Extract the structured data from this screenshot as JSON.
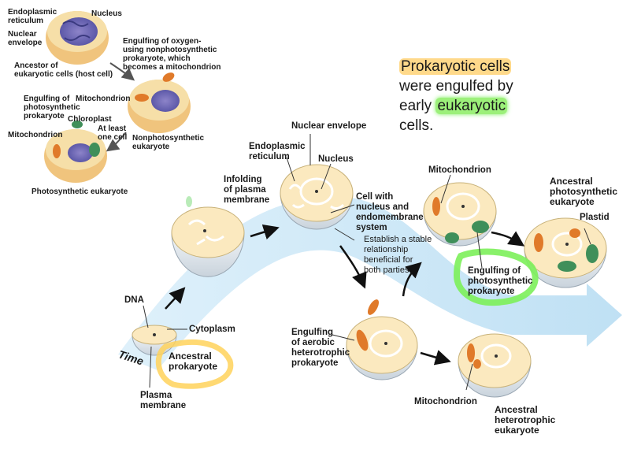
{
  "inset": {
    "er": "Endoplasmic\nreticulum",
    "nucleus": "Nucleus",
    "nuclear_envelope": "Nuclear\nenvelope",
    "ancestor": "Ancestor of\neukaryotic cells (host cell)",
    "engulfing_oxygen": "Engulfing of oxygen-\nusing nonphotosynthetic\nprokaryote, which\nbecomes a mitochondrion",
    "mitochondrion_mid": "Mitochondrion",
    "nonphoto": "Nonphotosynthetic\neukaryote",
    "engulfing_photo": "Engulfing of\nphotosynthetic\nprokaryote",
    "chloroplast": "Chloroplast",
    "at_least": "At least\none cell",
    "mitochondrion_left": "Mitochondrion",
    "photo_eukaryote": "Photosynthetic eukaryote"
  },
  "note": {
    "line1_a": "Prokaryotic cells",
    "line2": "were engulfed by",
    "line3_a": "early ",
    "line3_b": "eukaryotic",
    "line4": "cells."
  },
  "main": {
    "dna": "DNA",
    "cytoplasm": "Cytoplasm",
    "time": "Time",
    "ancestral_prokaryote": "Ancestral\nprokaryote",
    "plasma_membrane": "Plasma\nmembrane",
    "infolding": "Infolding\nof plasma\nmembrane",
    "nuclear_envelope": "Nuclear envelope",
    "er": "Endoplasmic\nreticulum",
    "nucleus": "Nucleus",
    "cell_with_nucleus": "Cell with\nnucleus and\nendomembrane\nsystem",
    "establish": "Establish a stable\nrelationship\nbeneficial for\nboth parties",
    "engulfing_aerobic": "Engulfing\nof aerobic\nheterotrophic\nprokaryote",
    "mitochondrion_top": "Mitochondrion",
    "engulfing_photo": "Engulfing of\nphotosynthetic\nprokaryote",
    "ancestral_photo": "Ancestral\nphotosynthetic\neukaryote",
    "plastid": "Plastid",
    "mitochondrion_bottom": "Mitochondrion",
    "ancestral_hetero": "Ancestral\nheterotrophic\neukaryote"
  },
  "colors": {
    "membrane": "#f6e3b0",
    "cytoplasm": "#fbe9bf",
    "mito": "#e07a2a",
    "chloro": "#3f8f5a",
    "band": "#bfe0f2",
    "highlight_yellow": "#ffd98a",
    "highlight_green": "#7cf05a"
  }
}
